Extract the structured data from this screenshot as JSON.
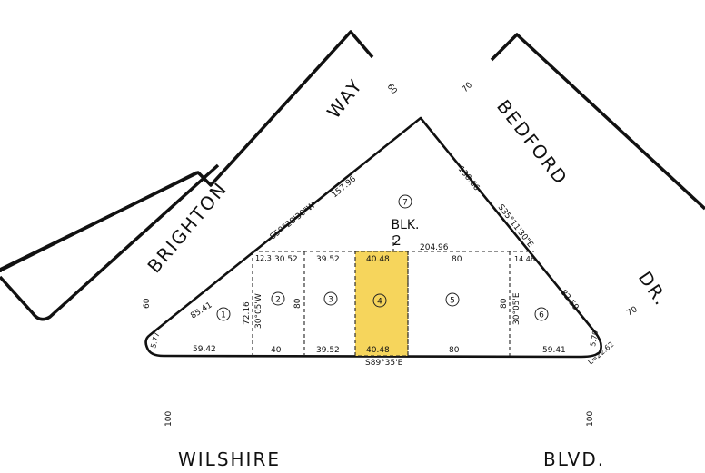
{
  "streets": {
    "wilshire": "WILSHIRE",
    "blvd": "BLVD.",
    "brighton": "BRIGHTON",
    "way": "WAY",
    "bedford": "BEDFORD",
    "dr": "DR."
  },
  "street_widths": {
    "wilshire_left": "100",
    "wilshire_right": "100",
    "brighton_left": "60",
    "way_right": "60",
    "bedford_left": "70",
    "dr_right": "70"
  },
  "block": {
    "label": "BLK.",
    "number": "2"
  },
  "lots": [
    "1",
    "2",
    "3",
    "4",
    "5",
    "6",
    "7"
  ],
  "highlighted_lot": "4",
  "highlight_color": "#f6d55c",
  "dimensions": {
    "nw_bearing": "S50°28'30\"W",
    "nw_length": "157.96",
    "ne_bearing": "S35°11'30\"E",
    "ne_length": "130.66",
    "inner_line": "204.96",
    "south_bearing": "S89°35'E",
    "lot1_top": "85.41",
    "lot1_bottom": "59.42",
    "lot1_corner": "5.77",
    "lot2_top": "12.3",
    "lot2_top_b": "30.52",
    "lot2_side": "72.16",
    "lot2_side_bearing": "30°05'W",
    "lot2_bottom": "40",
    "lot3_top": "39.52",
    "lot3_bottom": "39.52",
    "lot3_depth": "80",
    "lot4_top": "40.48",
    "lot4_bottom": "40.48",
    "lot5_top": "80",
    "lot5_bottom": "80",
    "lot6_top": "14.46",
    "lot6_depth": "80",
    "lot6_side_bearing": "30°05'E",
    "lot6_right": "82.59",
    "lot6_bottom": "59.41",
    "right_corner": "5.70",
    "right_corner_b": "L=22.62"
  }
}
